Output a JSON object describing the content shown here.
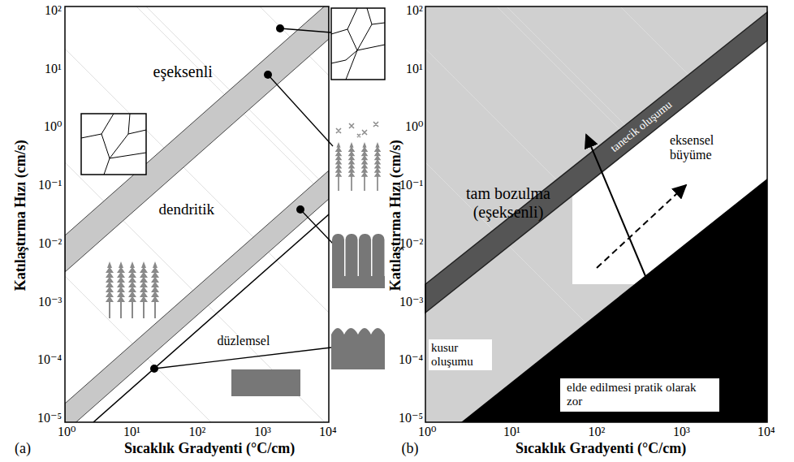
{
  "diagram": {
    "nodes": [
      {
        "text": [
          "elde edilmesi pratik olarak zor"
        ]
      }
    ],
    "labels": [
      "eşeksenli",
      "dendritik",
      "düzlemsel",
      "Katılaştırma Hızı (cm/s)",
      "10²",
      "10¹",
      "10⁰",
      "10⁻¹",
      "10⁻²",
      "10⁻³",
      "10⁻⁴",
      "10⁻⁵",
      "10⁰",
      "10¹",
      "10²",
      "10³",
      "10⁴",
      "Sıcaklık Gradyenti (°C/cm)",
      "(a)",
      "tam bozulma (eşeksenli)",
      "tanecik oluşumu",
      "eksensel büyüme",
      "kusur oluşumu",
      "Katılaştırma Hızı (cm/s)",
      "10²",
      "10¹",
      "10⁰",
      "10⁻¹",
      "10⁻²",
      "10⁻³",
      "10⁻⁴",
      "10⁻⁵",
      "10⁰",
      "10¹",
      "10²",
      "10³",
      "10⁴",
      "Sıcaklık Gradyenti (°C/cm)",
      "(b)"
    ]
  }
}
